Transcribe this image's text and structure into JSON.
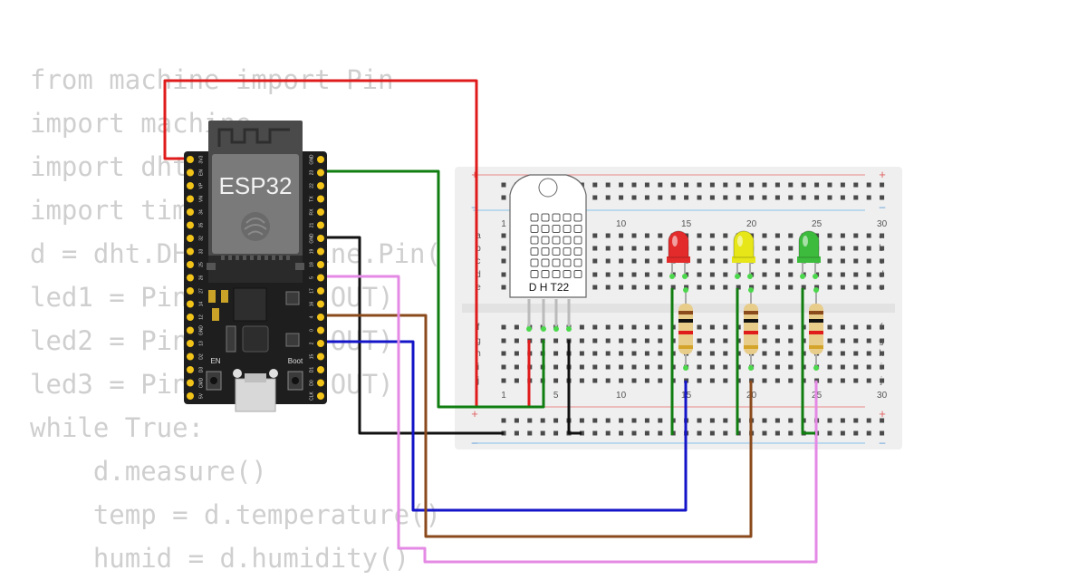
{
  "code_lines": [
    "from machine import Pin",
    "import machine",
    "import dht",
    "import time",
    "d = dht.DHT22(machine.Pin(",
    "led1 = Pin(  , Pin.OUT)",
    "led2 = Pin(  , Pin.OUT)",
    "led3 = Pin(  , Pin.OUT)",
    "while True:",
    "    d.measure()",
    "    temp = d.temperature()",
    "    humid = d.humidity()"
  ],
  "esp32": {
    "label": "ESP32",
    "en_label": "EN",
    "boot_label": "Boot",
    "left_pins": [
      "3V3",
      "EN",
      "VP",
      "VN",
      "34",
      "35",
      "32",
      "33",
      "25",
      "26",
      "27",
      "14",
      "12",
      "GND",
      "13",
      "D2",
      "D3",
      "CMD",
      "5V"
    ],
    "right_pins": [
      "GND",
      "23",
      "22",
      "TX",
      "RX",
      "21",
      "GND",
      "19",
      "18",
      "5",
      "17",
      "16",
      "4",
      "0",
      "2",
      "15",
      "D1",
      "D0",
      "CLK"
    ]
  },
  "sensor": {
    "label": "D H T22"
  },
  "breadboard": {
    "col_numbers_top": [
      "1",
      "10",
      "15",
      "20",
      "25",
      "30"
    ],
    "col_numbers_bottom": [
      "1",
      "5",
      "10",
      "15",
      "20",
      "25",
      "30"
    ],
    "row_letters_top": [
      "a",
      "b",
      "c",
      "d",
      "e"
    ],
    "row_letters_bottom": [
      "f",
      "g",
      "h",
      "i",
      "j"
    ],
    "rail_plus": "+",
    "rail_minus": "–"
  },
  "leds": [
    {
      "color": "#e32b2b",
      "name": "red"
    },
    {
      "color": "#e6e619",
      "name": "yellow"
    },
    {
      "color": "#3dbb3d",
      "name": "green"
    }
  ],
  "wire_colors": {
    "vcc": "#e01b1b",
    "data": "#0f7d0f",
    "gnd": "#111111",
    "led_red": "#1414c8",
    "led_yellow": "#8a4a1c",
    "led_green": "#e48ae4"
  }
}
